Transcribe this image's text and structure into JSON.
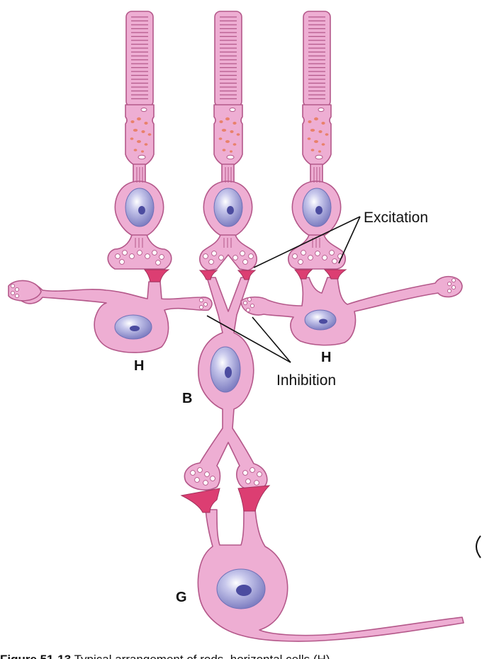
{
  "labels": {
    "excitation": "Excitation",
    "inhibition": "Inhibition",
    "horizontal_left": "H",
    "horizontal_right": "H",
    "bipolar": "B",
    "ganglion": "G"
  },
  "caption": {
    "prefix": "Figure 51-13",
    "text": " Typical arrangement of rods, horizontal cells (H),"
  },
  "colors": {
    "cell_fill": "#eeaed3",
    "cell_stroke": "#b4588a",
    "synapse": "#dc3e72",
    "nucleus": "#8585c8",
    "nucleus_inner": "#4c4ca0",
    "granule": "#e8816b",
    "vesicle": "#ffffff"
  }
}
